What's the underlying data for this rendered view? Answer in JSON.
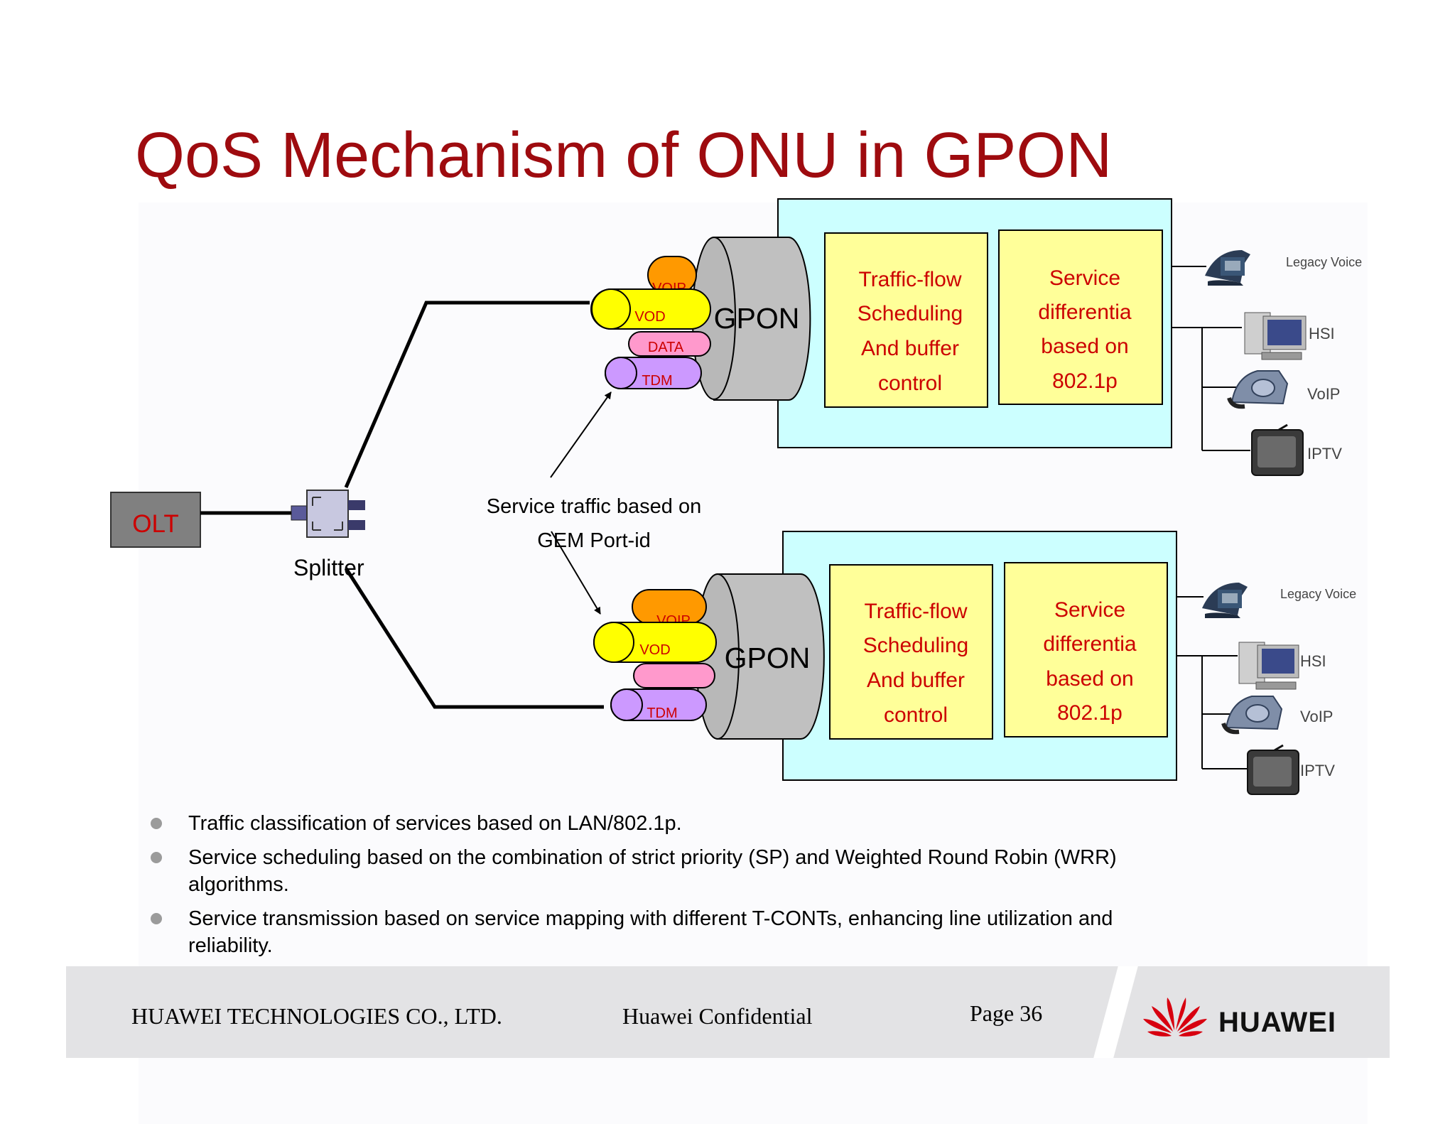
{
  "title": "QoS Mechanism of ONU in GPON",
  "diagram": {
    "olt_label": "OLT",
    "splitter_label": "Splitter",
    "annotation": [
      "Service traffic based on",
      "GEM Port-id"
    ],
    "onus": [
      {
        "gpon_label": "GPON",
        "tubes": [
          "VOIP",
          "VOD",
          "DATA",
          "TDM"
        ],
        "scheduling_box": [
          "Traffic-flow",
          "Scheduling",
          "And buffer",
          "control"
        ],
        "differentiation_box": [
          "Service",
          "differentia",
          "based on",
          "802.1p"
        ],
        "terminals": [
          "Legacy Voice",
          "HSI",
          "VoIP",
          "IPTV"
        ]
      },
      {
        "gpon_label": "GPON",
        "tubes": [
          "VOIP",
          "VOD",
          "",
          "TDM"
        ],
        "scheduling_box": [
          "Traffic-flow",
          "Scheduling",
          "And buffer",
          "control"
        ],
        "differentiation_box": [
          "Service",
          "differentia",
          "based on",
          "802.1p"
        ],
        "terminals": [
          "Legacy Voice",
          "HSI",
          "VoIP",
          "IPTV"
        ]
      }
    ],
    "colors": {
      "title": "#9e0b0f",
      "onu_panel": "#ccffff",
      "qos_box": "#ffff99",
      "box_text": "#cc0000",
      "olt_box": "#808080",
      "gpon_cylinder": "#c0c0c0",
      "tube_voip": "#ff9900",
      "tube_vod": "#ffff00",
      "tube_data": "#ff99cc",
      "tube_tdm": "#cc99ff"
    },
    "terminal_icons": [
      "telephone-icon",
      "computer-icon",
      "ip-phone-icon",
      "tv-icon"
    ]
  },
  "bullets": [
    "Traffic classification of services based on LAN/802.1p.",
    "Service scheduling based on the combination of strict priority (SP) and Weighted Round Robin (WRR) algorithms.",
    "Service transmission based on service mapping with different T-CONTs, enhancing line utilization and reliability."
  ],
  "footer": {
    "company": "HUAWEI TECHNOLOGIES CO., LTD.",
    "confidential": "Huawei Confidential",
    "page": "Page 36",
    "logo_text": "HUAWEI"
  }
}
